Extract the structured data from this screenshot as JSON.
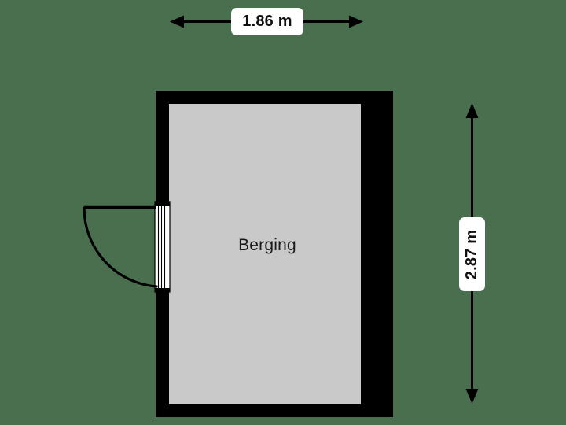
{
  "plan": {
    "background_color": "#4a6f4e",
    "wall_color": "#000000",
    "floor_color": "#c9c9c9",
    "door_fill_color": "#ffffff",
    "label_pill_color": "#ffffff",
    "text_color": "#111111"
  },
  "room": {
    "name": "Berging"
  },
  "dimensions": {
    "width": {
      "value": "1.86 m",
      "orientation": "horizontal"
    },
    "height": {
      "value": "2.87 m",
      "orientation": "vertical"
    }
  },
  "door": {
    "type": "single-swing-door",
    "swing": "left-outward",
    "hinge_side": "bottom"
  }
}
